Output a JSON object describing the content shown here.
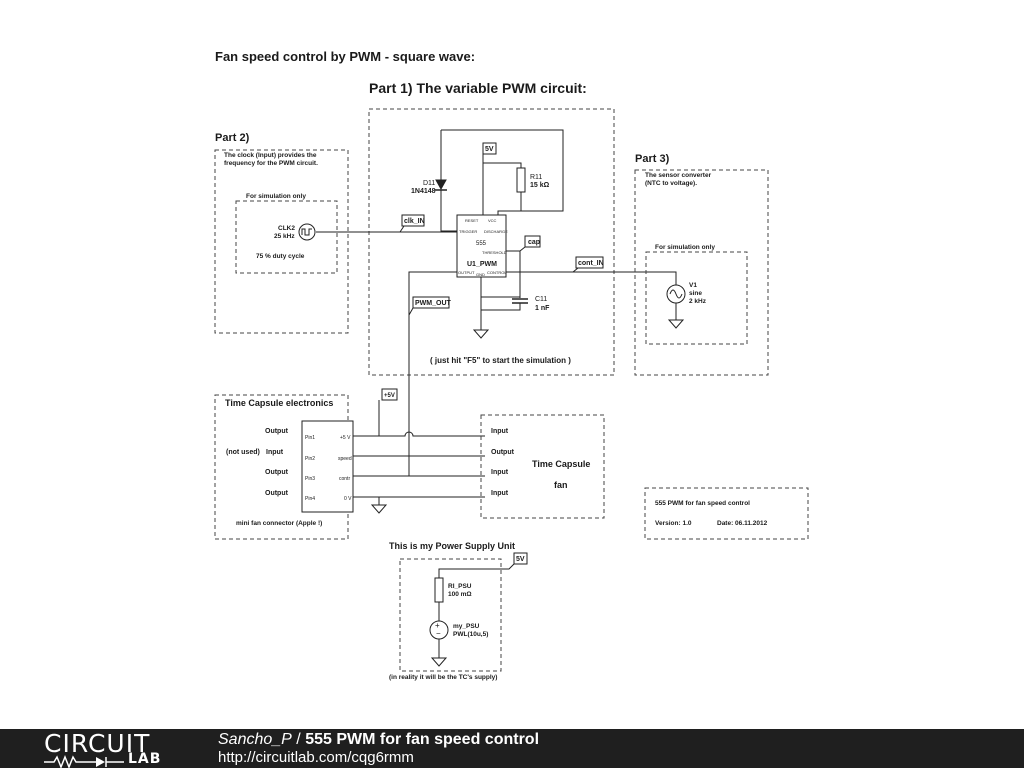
{
  "page": {
    "heading": "Fan speed control by PWM - square wave:"
  },
  "part1": {
    "title": "Part 1) The variable PWM circuit:",
    "d11_name": "D11",
    "d11_value": "1N4148",
    "r11_name": "R11",
    "r11_value": "15 kΩ",
    "vcc_tag": "5V",
    "chip": {
      "reset": "RESET",
      "vcc": "VCC",
      "trigger": "TRIGGER",
      "discharge": "DISCHARGE",
      "model": "555",
      "threshold": "THRESHOLD",
      "name": "U1_PWM",
      "output": "OUTPUT",
      "gnd": "GND",
      "control": "CONTROL"
    },
    "clk_tag": "clk_IN",
    "cap_tag": "cap",
    "cont_tag": "cont_IN",
    "pwm_tag": "PWM_OUT",
    "c11_name": "C11",
    "c11_value": "1 nF",
    "hint": "( just hit \"F5\" to start the simulation )"
  },
  "part2": {
    "title": "Part 2)",
    "desc_line1": "The clock (Input) provides the",
    "desc_line2": "frequency for the PWM circuit.",
    "sim_label": "For simulation only",
    "clk_name": "CLK2",
    "clk_freq": "25 kHz",
    "duty": "75 % duty cycle"
  },
  "part3": {
    "title": "Part 3)",
    "desc_line1": "The sensor converter",
    "desc_line2": "(NTC to voltage).",
    "sim_label": "For simulation only",
    "v1_name": "V1",
    "v1_type": "sine",
    "v1_freq": "2 kHz"
  },
  "tc": {
    "title": "Time Capsule electronics",
    "out1": "Output",
    "not_used": "(not used)",
    "in1": "Input",
    "out2": "Output",
    "out3": "Output",
    "pin1": "Pin1",
    "pin2": "Pin2",
    "pin3": "Pin3",
    "pin4": "Pin4",
    "r1": "+5 V",
    "r2": "speed",
    "r3": "contr",
    "r4": "0 V",
    "plus5": "+5V",
    "connector": "mini fan connector (Apple !)"
  },
  "fan": {
    "in1": "Input",
    "out1": "Output",
    "in2": "Input",
    "in3": "Input",
    "title": "Time Capsule",
    "subtitle": "fan"
  },
  "info": {
    "title": "555 PWM for fan speed control",
    "version": "Version: 1.0",
    "date": "Date: 06.11.2012"
  },
  "psu": {
    "title": "This is my Power Supply Unit",
    "tag": "5V",
    "ri_name": "RI_PSU",
    "ri_value": "100 mΩ",
    "src_name": "my_PSU",
    "src_value": "PWL(10u,5)",
    "note": "(in reality it will be the TC's supply)"
  },
  "footer": {
    "logo_top": "CIRCUIT",
    "logo_bottom": "LAB",
    "author": "Sancho_P",
    "separator": "/",
    "title": "555 PWM for fan speed control",
    "url": "http://circuitlab.com/cqg6rmm"
  }
}
